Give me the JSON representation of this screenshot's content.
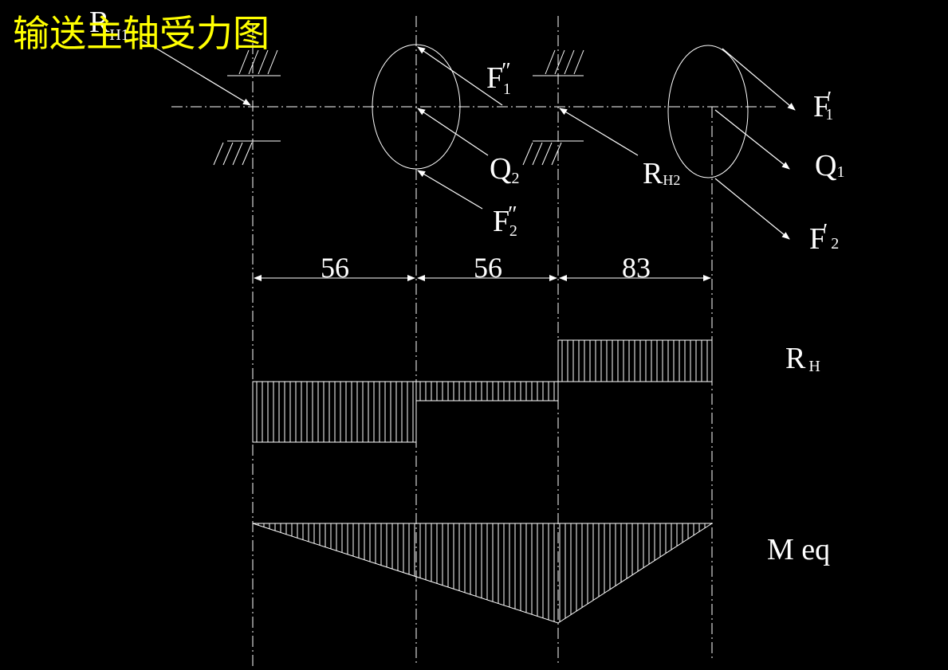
{
  "title": "输送主轴受力图",
  "colors": {
    "background": "#000000",
    "line": "#ffffff",
    "title": "#ffff00"
  },
  "labels": {
    "r1_main": "R",
    "r1_sub": "H1",
    "f1pp_main": "F",
    "f1pp_prime": "″",
    "f1pp_sub": "1",
    "f2pp_main": "F",
    "f2pp_prime": "″",
    "f2pp_sub": "2",
    "q2_main": "Q",
    "q2_sub": "2",
    "rh2_main": "R",
    "rh2_sub": "H2",
    "f1p_main": "F",
    "f1p_prime": "′",
    "f1p_sub": "1",
    "q1_main": "Q",
    "q1_sub": "1",
    "f2p_main": "F",
    "f2p_prime": "′",
    "f2p_sub": "2",
    "rh_main": "R",
    "rh_sub": "H",
    "meq": "M eq"
  },
  "dimensions": [
    "56",
    "56",
    "83"
  ]
}
